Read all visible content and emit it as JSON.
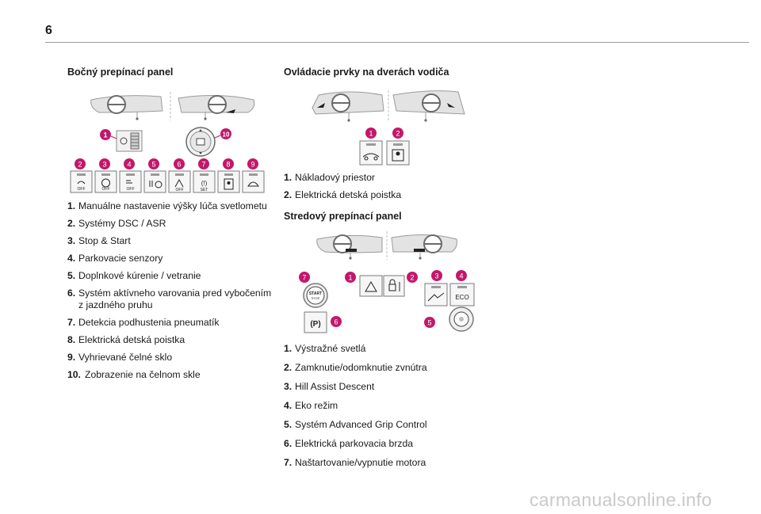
{
  "page_number": "6",
  "left": {
    "title": "Bočný prepínací panel",
    "items": [
      {
        "num": "1.",
        "text": "Manuálne nastavenie výšky lúča svetlometu"
      },
      {
        "num": "2.",
        "text": "Systémy DSC / ASR"
      },
      {
        "num": "3.",
        "text": "Stop & Start"
      },
      {
        "num": "4.",
        "text": "Parkovacie senzory"
      },
      {
        "num": "5.",
        "text": "Doplnkové kúrenie / vetranie"
      },
      {
        "num": "6.",
        "text": "Systém aktívneho varovania pred vybočením z jazdného pruhu"
      },
      {
        "num": "7.",
        "text": "Detekcia podhustenia pneumatík"
      },
      {
        "num": "8.",
        "text": "Elektrická detská poistka"
      },
      {
        "num": "9.",
        "text": "Vyhrievané čelné sklo"
      },
      {
        "num": "10.",
        "text": "Zobrazenie na čelnom skle"
      }
    ],
    "figure_labels": {
      "off": "OFF",
      "set": "SET"
    }
  },
  "right_top": {
    "title": "Ovládacie prvky na dverách vodiča",
    "items": [
      {
        "num": "1.",
        "text": "Nákladový priestor"
      },
      {
        "num": "2.",
        "text": "Elektrická detská poistka"
      }
    ]
  },
  "right_bottom": {
    "title": "Stredový prepínací panel",
    "items": [
      {
        "num": "1.",
        "text": "Výstražné svetlá"
      },
      {
        "num": "2.",
        "text": "Zamknutie/odomknutie zvnútra"
      },
      {
        "num": "3.",
        "text": "Hill Assist Descent"
      },
      {
        "num": "4.",
        "text": "Eko režim"
      },
      {
        "num": "5.",
        "text": "Systém Advanced Grip Control"
      },
      {
        "num": "6.",
        "text": "Elektrická parkovacia brzda"
      },
      {
        "num": "7.",
        "text": "Naštartovanie/vypnutie motora"
      }
    ],
    "figure_labels": {
      "eco": "ECO",
      "start": "START",
      "stop": "STOP"
    }
  },
  "colors": {
    "callout": "#c2186b",
    "rule": "#9a9a9a",
    "watermark": "#c9c9c9"
  },
  "watermark": "carmanualsonline.info"
}
